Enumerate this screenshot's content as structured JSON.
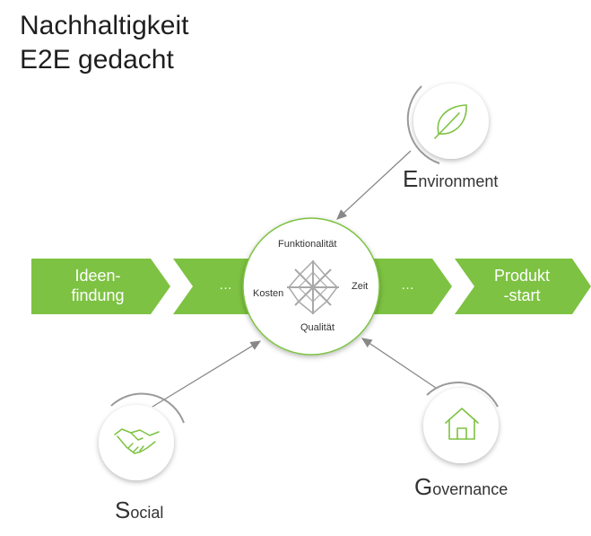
{
  "title": {
    "line1": "Nachhaltigkeit",
    "line2": "E2E gedacht"
  },
  "process": {
    "step1_line1": "Ideen-",
    "step1_line2": "findung",
    "dots_left": "…",
    "dots_right": "…",
    "step_last_line1": "Produkt",
    "step_last_line2": "-start"
  },
  "center": {
    "labels": {
      "top": "Funktionalität",
      "right": "Zeit",
      "bottom": "Qualität",
      "left": "Kosten"
    }
  },
  "pillars": {
    "environment": {
      "initial": "E",
      "rest": "nvironment",
      "icon": "leaf-icon"
    },
    "social": {
      "initial": "S",
      "rest": "ocial",
      "icon": "handshake-icon"
    },
    "governance": {
      "initial": "G",
      "rest": "overnance",
      "icon": "house-icon"
    }
  },
  "colors": {
    "green": "#7dc242",
    "icon_green": "#7dc242",
    "arrow": "#888888"
  }
}
